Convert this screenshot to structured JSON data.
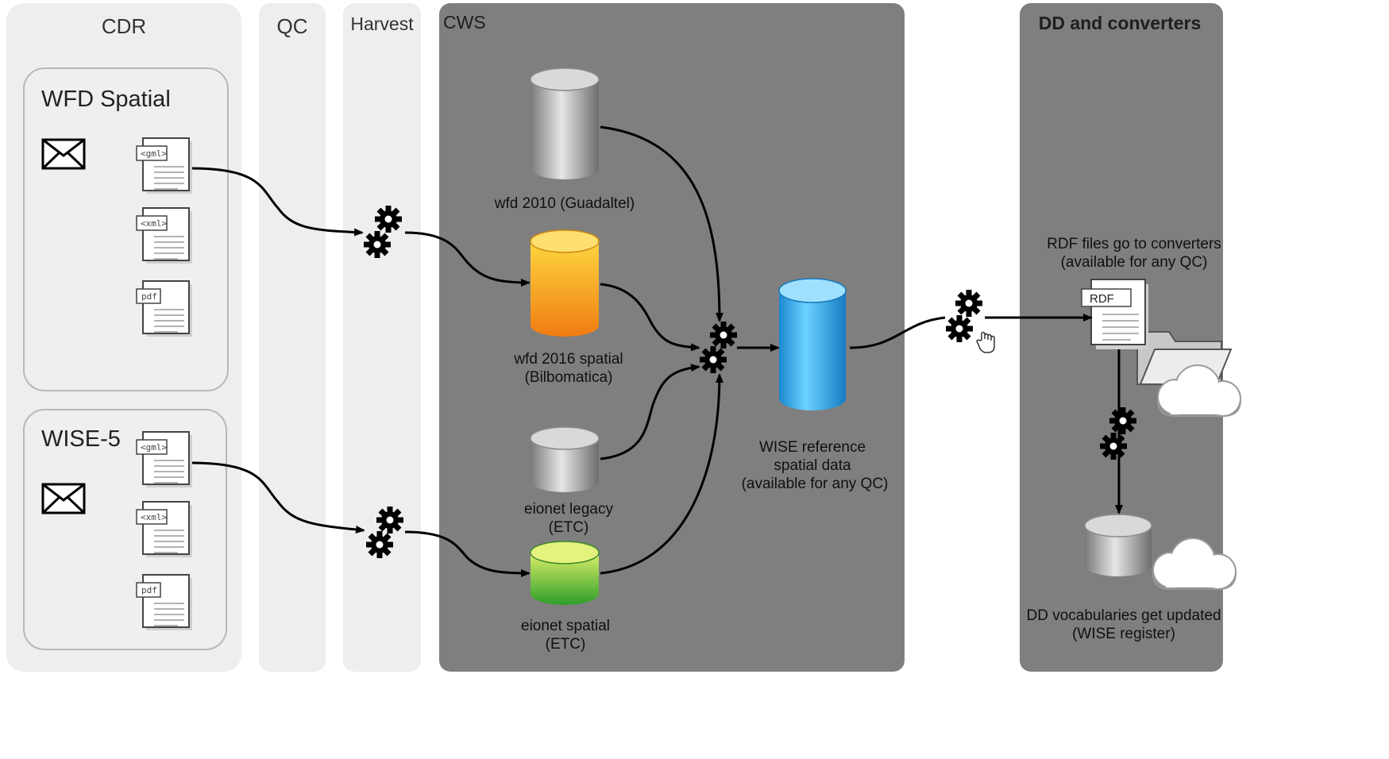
{
  "lanes": {
    "cdr": "CDR",
    "qc": "QC",
    "harvest": "Harvest",
    "cws": "CWS",
    "dd": "DD and converters"
  },
  "boxes": {
    "wfd_spatial": "WFD Spatial",
    "wise5": "WISE-5"
  },
  "doc_tags": {
    "gml": "<gml>",
    "xml": "<xml>",
    "pdf": "pdf"
  },
  "databases": {
    "wfd2010": {
      "line1": "wfd 2010 (Guadaltel)",
      "color": "#b5b5b5"
    },
    "wfd2016": {
      "line1": "wfd 2016 spatial",
      "line2": "(Bilbomatica)",
      "color": "#f8a81c"
    },
    "eionet_legacy": {
      "line1": "eionet legacy",
      "line2": "(ETC)",
      "color": "#b5b5b5"
    },
    "eionet_spatial": {
      "line1": "eionet spatial",
      "line2": "(ETC)",
      "color": "#7ac943"
    },
    "wise_ref": {
      "line1": "WISE reference",
      "line2": "spatial data",
      "line3": "(available for any QC)",
      "color": "#29a8e8"
    },
    "dd_vocab": {
      "line1": "DD vocabularies get updated",
      "line2": "(WISE register)",
      "color": "#b5b5b5"
    }
  },
  "rdf": {
    "label": "RDF",
    "caption_line1": "RDF files go to converters",
    "caption_line2": "(available for any QC)"
  },
  "colors": {
    "lane_light": "#eeeeee",
    "lane_dark": "#7f7f7f",
    "arrow": "#000000"
  }
}
